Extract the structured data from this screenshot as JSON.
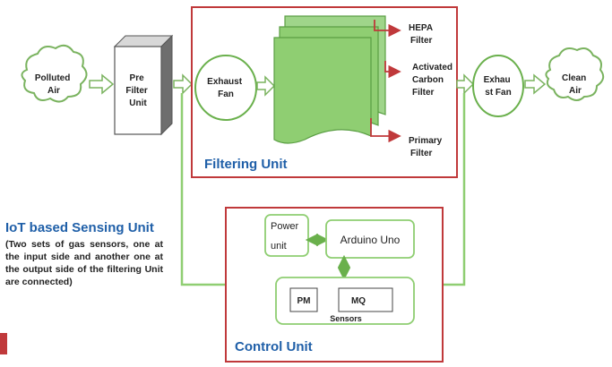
{
  "nodes": {
    "polluted_air": [
      "Polluted",
      "Air"
    ],
    "pre_filter": [
      "Pre",
      "Filter",
      "Unit"
    ],
    "exhaust_fan_in": [
      "Exhaust",
      "Fan"
    ],
    "hepa": [
      "HEPA",
      "Filter"
    ],
    "carbon": [
      "Activated",
      "Carbon",
      "Filter"
    ],
    "primary": [
      "Primary",
      "Filter"
    ],
    "exhaust_fan_out": [
      "Exhau",
      "st Fan"
    ],
    "clean_air": [
      "Clean",
      "Air"
    ],
    "filtering_unit": "Filtering Unit",
    "power_unit": [
      "Power",
      "unit"
    ],
    "arduino": "Arduino Uno",
    "pm": "PM",
    "mq": "MQ",
    "sensors": "Sensors",
    "control_unit": "Control Unit"
  },
  "iot": {
    "title": "IoT based Sensing Unit",
    "description": "(Two sets of gas sensors, one at the input side and another one at the output side of the filtering Unit are connected)"
  },
  "colors": {
    "green": "#8fce72",
    "green_dark": "#5a9e43",
    "red": "#c0393b",
    "blue": "#1f5fa8"
  }
}
